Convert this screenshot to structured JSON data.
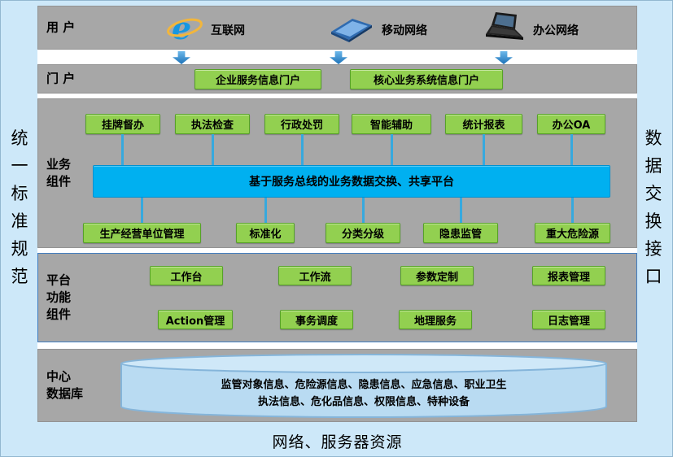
{
  "frame": {
    "left_label": "统\n一\n标\n准\n规\n范",
    "right_label": "数\n据\n交\n换\n接\n口",
    "bottom_label": "网络、服务器资源"
  },
  "users": {
    "label": "用 户",
    "items": [
      {
        "icon": "ie-browser-icon",
        "label": "互联网"
      },
      {
        "icon": "mobile-network-icon",
        "label": "移动网络"
      },
      {
        "icon": "office-laptop-icon",
        "label": "办公网络"
      }
    ]
  },
  "portal": {
    "label": "门 户",
    "items": [
      {
        "label": "企业服务信息门户"
      },
      {
        "label": "核心业务系统信息门户"
      }
    ]
  },
  "business": {
    "label": "业务\n组件",
    "top_items": [
      {
        "label": "挂牌督办"
      },
      {
        "label": "执法检查"
      },
      {
        "label": "行政处罚"
      },
      {
        "label": "智能辅助"
      },
      {
        "label": "统计报表"
      },
      {
        "label": "办公OA"
      }
    ],
    "bus_label": "基于服务总线的业务数据交换、共享平台",
    "bottom_items": [
      {
        "label": "生产经营单位管理"
      },
      {
        "label": "标准化"
      },
      {
        "label": "分类分级"
      },
      {
        "label": "隐患监管"
      },
      {
        "label": "重大危险源"
      }
    ]
  },
  "platform": {
    "label": "平台\n功能\n组件",
    "row1": [
      {
        "label": "工作台"
      },
      {
        "label": "工作流"
      },
      {
        "label": "参数定制"
      },
      {
        "label": "报表管理"
      }
    ],
    "row2": [
      {
        "label": "Action管理"
      },
      {
        "label": "事务调度"
      },
      {
        "label": "地理服务"
      },
      {
        "label": "日志管理"
      }
    ]
  },
  "database": {
    "label": "中心\n数据库",
    "content_line1": "监管对象信息、危险源信息、隐患信息、应急信息、职业卫生",
    "content_line2": "执法信息、危化品信息、权限信息、特种设备"
  },
  "colors": {
    "component_green": "#92d050",
    "bus_blue": "#00b0f0",
    "section_gray": "#a7a7a7",
    "background_blue": "#cde8f9",
    "cylinder_blue": "#b9dbf2",
    "arrow_blue": "#1d72b8"
  }
}
